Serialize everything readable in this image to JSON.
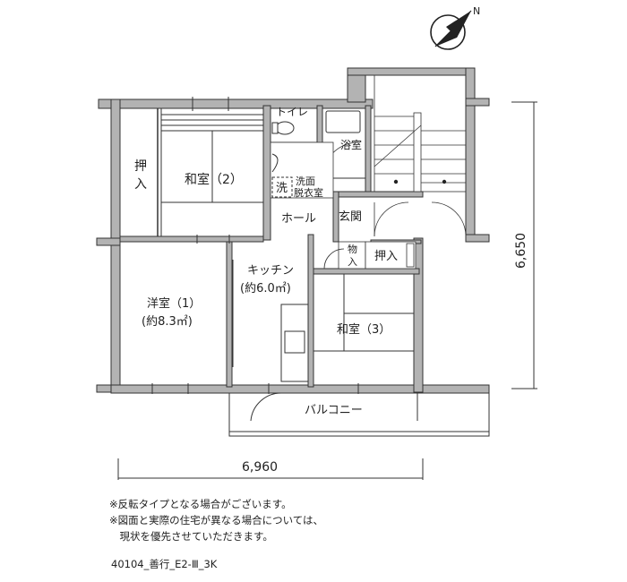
{
  "rooms": {
    "toilet": "トイレ",
    "bath": "浴室",
    "closet_left_1": "押",
    "closet_left_2": "入",
    "washitsu2": "和室（2）",
    "washer": "洗",
    "senmen_1": "洗面",
    "senmen_2": "脱衣室",
    "hall": "ホール",
    "genkan": "玄関",
    "storage_1": "物",
    "storage_2": "入",
    "closet_right": "押入",
    "kitchen_1": "キッチン",
    "kitchen_2": "(約6.0㎡)",
    "youshitsu_1": "洋室（1）",
    "youshitsu_2": "(約8.3㎡)",
    "washitsu3": "和室（3）",
    "balcony": "バルコニー"
  },
  "dimensions": {
    "width": "6,960",
    "depth": "6,650"
  },
  "compass": {
    "north_label": "N"
  },
  "notes": [
    "※反転タイプとなる場合がございます。",
    "※図面と実際の住宅が異なる場合については、",
    "　現状を優先させていただきます。"
  ],
  "plan_code": "40104_善行_E2-Ⅲ_3K"
}
